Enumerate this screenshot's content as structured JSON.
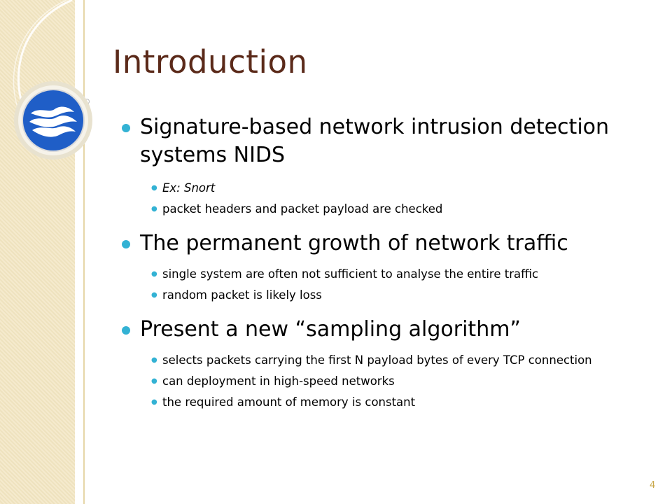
{
  "slide": {
    "title": "Introduction",
    "page_number": "4",
    "accent_color": "#33b2d4",
    "title_color": "#5b2a1a",
    "side_panel_color": "#f3e6c2",
    "logo": "blue-circle-emblem",
    "bullets": [
      {
        "text": "Signature-based network intrusion detection systems NIDS",
        "sub": [
          {
            "text": "Ex: Snort",
            "italic": true
          },
          {
            "text": "packet headers and packet payload are checked",
            "italic": false
          }
        ]
      },
      {
        "text": "The permanent growth of network traffic",
        "sub": [
          {
            "text": "single system are often not sufficient to analyse the entire traffic",
            "italic": false
          },
          {
            "text": "random packet is likely loss",
            "italic": false
          }
        ]
      },
      {
        "text": "Present a new “sampling algorithm”",
        "sub": [
          {
            "text": "selects packets carrying the first N payload bytes of every TCP connection",
            "italic": false
          },
          {
            "text": "can deployment in high-speed networks",
            "italic": false
          },
          {
            "text": "the required amount of memory is constant",
            "italic": false
          }
        ]
      }
    ]
  }
}
